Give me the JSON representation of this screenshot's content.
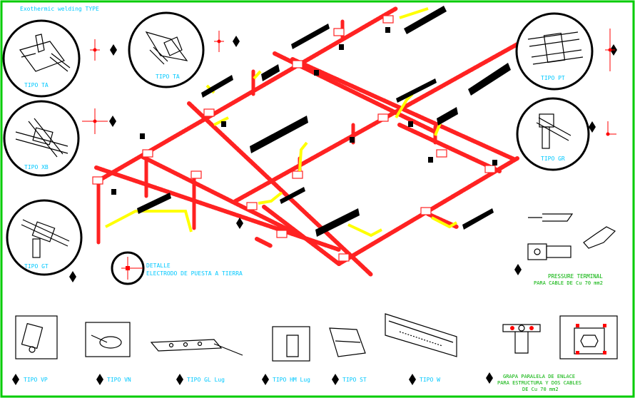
{
  "title": "Exothermic welding TYPE",
  "colors": {
    "frame": "#00cc00",
    "cable": "#ff2222",
    "cable_hatch": "#ffffff",
    "callout": "#ffff00",
    "label": "#00c8ff",
    "label_green": "#00b000",
    "ink": "#000000",
    "marker": "#ff0000"
  },
  "detail_types": [
    {
      "id": "ta1",
      "label": "TIPO TA",
      "icon": "tee-connection-icon"
    },
    {
      "id": "ta2",
      "label": "TIPO TA",
      "icon": "tee-connection-icon"
    },
    {
      "id": "xb",
      "label": "TIPO XB",
      "icon": "cross-connection-icon"
    },
    {
      "id": "gt",
      "label": "TIPO GT",
      "icon": "ground-rod-tee-icon"
    },
    {
      "id": "pt",
      "label": "TIPO PT",
      "icon": "parallel-cable-icon"
    },
    {
      "id": "gr",
      "label": "TIPO GR",
      "icon": "ground-rod-icon"
    }
  ],
  "bottom_types": [
    {
      "id": "vp",
      "label": "TIPO VP",
      "icon": "vertical-plate-icon"
    },
    {
      "id": "vn",
      "label": "TIPO VN",
      "icon": "vertical-notch-icon"
    },
    {
      "id": "gl",
      "label": "TIPO GL Lug",
      "icon": "lug-icon"
    },
    {
      "id": "hm",
      "label": "TIPO HM Lug",
      "icon": "horizontal-mount-icon"
    },
    {
      "id": "st",
      "label": "TIPO ST",
      "icon": "steel-rail-icon"
    },
    {
      "id": "w",
      "label": "TIPO W",
      "icon": "w-rail-icon"
    }
  ],
  "detail_note": {
    "line1": "DETALLE",
    "line2": "ELECTRODO DE PUESTA A TIERRA"
  },
  "pressure_terminal": {
    "line1": "PRESSURE TERMINAL",
    "line2": "PARA CABLE DE Cu 70 mm2"
  },
  "clamp_note": {
    "line1": "GRAPA PARALELA DE ENLACE",
    "line2": "PARA ESTRUCTURA Y DOS CABLES",
    "line3": "DE Cu 70 mm2"
  }
}
